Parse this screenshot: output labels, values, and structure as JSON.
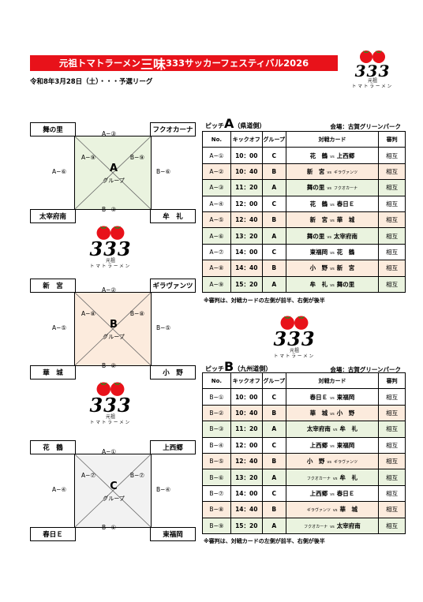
{
  "header": {
    "title_pre": "元祖トマトラーメン",
    "title_big": "三味",
    "title_post": "333サッカーフェスティバル2026",
    "date": "令和8年3月28日（土）・・・予選リーグ"
  },
  "logo": {
    "num": "333",
    "sub1": "元祖",
    "sub2": "トマトラーメン"
  },
  "groups": [
    {
      "color": "#eaf3df",
      "tl": "舞の里",
      "tr": "フクオカーナ",
      "bl": "太宰府南",
      "br": "牟　礼",
      "top": "A−③",
      "bottom": "B−③",
      "left": "A−⑥",
      "right": "B−⑥",
      "diag_l": "A−⑨",
      "diag_r": "B−⑨",
      "letter": "A",
      "sub": "グループ"
    },
    {
      "color": "#fcebdd",
      "tl": "新　宮",
      "tr": "ギラヴァンツ",
      "bl": "華　城",
      "br": "小　野",
      "top": "A−②",
      "bottom": "B−②",
      "left": "A−⑤",
      "right": "B−⑤",
      "diag_l": "A−⑧",
      "diag_r": "B−⑧",
      "letter": "B",
      "sub": "グループ"
    },
    {
      "color": "#f2f2f2",
      "tl": "花　鶴",
      "tr": "上西郷",
      "bl": "春日Ｅ",
      "br": "東福岡",
      "top": "A−①",
      "bottom": "B−①",
      "left": "A−④",
      "right": "B−④",
      "diag_l": "A−⑦",
      "diag_r": "B−⑦",
      "letter": "C",
      "sub": "グループ"
    }
  ],
  "pitches": [
    {
      "prefix": "ピッチ",
      "letter": "A",
      "region": "（県道側）",
      "venue": "会場：古賀グリーンパーク",
      "cols": [
        "No.",
        "キックオフ",
        "グループ",
        "対戦カード",
        "審判"
      ],
      "rows": [
        {
          "no": "A−①",
          "time": "10：00",
          "grp": "C",
          "h": "花　鶴",
          "vs": "vs",
          "a": "上西郷",
          "ref": "相互",
          "c": "white"
        },
        {
          "no": "A−②",
          "time": "10：40",
          "grp": "B",
          "h": "新　宮",
          "vs": "vs",
          "a": "ギラヴァンツ",
          "ref": "相互",
          "c": "peach"
        },
        {
          "no": "A−③",
          "time": "11：20",
          "grp": "A",
          "h": "舞の里",
          "vs": "vs",
          "a": "フクオカーナ",
          "ref": "相互",
          "c": "green"
        },
        {
          "no": "A−④",
          "time": "12：00",
          "grp": "C",
          "h": "花　鶴",
          "vs": "vs",
          "a": "春日Ｅ",
          "ref": "相互",
          "c": "white"
        },
        {
          "no": "A−⑤",
          "time": "12：40",
          "grp": "B",
          "h": "新　宮",
          "vs": "vs",
          "a": "華　城",
          "ref": "相互",
          "c": "peach"
        },
        {
          "no": "A−⑥",
          "time": "13：20",
          "grp": "A",
          "h": "舞の里",
          "vs": "vs",
          "a": "太宰府南",
          "ref": "相互",
          "c": "green"
        },
        {
          "no": "A−⑦",
          "time": "14：00",
          "grp": "C",
          "h": "東福岡",
          "vs": "vs",
          "a": "花　鶴",
          "ref": "相互",
          "c": "white"
        },
        {
          "no": "A−⑧",
          "time": "14：40",
          "grp": "B",
          "h": "小　野",
          "vs": "vs",
          "a": "新　宮",
          "ref": "相互",
          "c": "peach"
        },
        {
          "no": "A−⑨",
          "time": "15：20",
          "grp": "A",
          "h": "牟　礼",
          "vs": "vs",
          "a": "舞の里",
          "ref": "相互",
          "c": "green"
        }
      ],
      "note": "※審判は、対戦カードの左側が前半、右側が後半"
    },
    {
      "prefix": "ピッチ",
      "letter": "B",
      "region": "（九州道側）",
      "venue": "会場：古賀グリーンパーク",
      "cols": [
        "No.",
        "キックオフ",
        "グループ",
        "対戦カード",
        "審判"
      ],
      "rows": [
        {
          "no": "B−①",
          "time": "10：00",
          "grp": "C",
          "h": "春日Ｅ",
          "vs": "vs",
          "a": "東福岡",
          "ref": "相互",
          "c": "white"
        },
        {
          "no": "B−②",
          "time": "10：40",
          "grp": "B",
          "h": "華　城",
          "vs": "vs",
          "a": "小　野",
          "ref": "相互",
          "c": "peach"
        },
        {
          "no": "B−③",
          "time": "11：20",
          "grp": "A",
          "h": "太宰府南",
          "vs": "vs",
          "a": "牟　礼",
          "ref": "相互",
          "c": "green"
        },
        {
          "no": "B−④",
          "time": "12：00",
          "grp": "C",
          "h": "上西郷",
          "vs": "vs",
          "a": "東福岡",
          "ref": "相互",
          "c": "white"
        },
        {
          "no": "B−⑤",
          "time": "12：40",
          "grp": "B",
          "h": "小　野",
          "vs": "vs",
          "a": "ギラヴァンツ",
          "ref": "相互",
          "c": "peach"
        },
        {
          "no": "B−⑥",
          "time": "13：20",
          "grp": "A",
          "h": "フクオカーナ",
          "vs": "vs",
          "a": "牟　礼",
          "ref": "相互",
          "c": "green"
        },
        {
          "no": "B−⑦",
          "time": "14：00",
          "grp": "C",
          "h": "上西郷",
          "vs": "vs",
          "a": "春日Ｅ",
          "ref": "相互",
          "c": "white"
        },
        {
          "no": "B−⑧",
          "time": "14：40",
          "grp": "B",
          "h": "ギラヴァンツ",
          "vs": "vs",
          "a": "華　城",
          "ref": "相互",
          "c": "peach"
        },
        {
          "no": "B−⑨",
          "time": "15：20",
          "grp": "A",
          "h": "フクオカーナ",
          "vs": "vs",
          "a": "太宰府南",
          "ref": "相互",
          "c": "green"
        }
      ],
      "note": "※審判は、対戦カードの左側が前半、右側が後半"
    }
  ]
}
